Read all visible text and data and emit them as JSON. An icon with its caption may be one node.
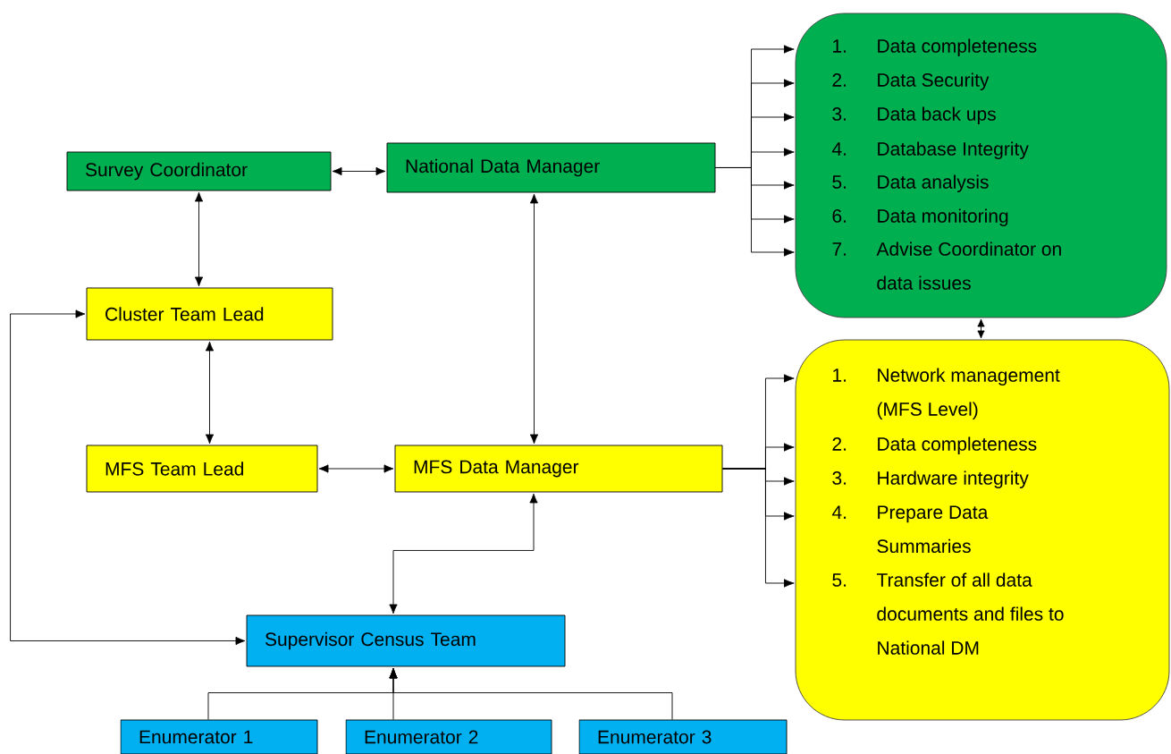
{
  "diagram": {
    "nodes": [
      {
        "text": [
          "Survey Coordinator"
        ]
      },
      {
        "text": [
          "National Data Manager"
        ]
      },
      {
        "text": [],
        "shape": "box"
      },
      {
        "text": [
          "1.",
          "Data completeness"
        ],
        "in": 2
      },
      {
        "text": [
          "2.",
          "Data Security"
        ],
        "in": 2
      },
      {
        "text": [
          "3.",
          "Data back ups"
        ],
        "in": 2
      },
      {
        "text": [
          "4.",
          "Database Integrity"
        ],
        "in": 2
      },
      {
        "text": [
          "5.",
          "Data analysis"
        ],
        "in": 2
      },
      {
        "text": [
          "6.",
          "Data monitoring"
        ],
        "in": 2
      },
      {
        "text": [
          "7.",
          "Advise Coordinator on data issues"
        ],
        "in": 2
      },
      {
        "text": [
          "Cluster Team Lead"
        ]
      },
      {
        "text": [
          "MFS Team Lead"
        ]
      },
      {
        "text": [
          "MFS Data Manager"
        ]
      },
      {
        "text": [],
        "shape": "box"
      },
      {
        "text": [
          "1.",
          "Network management (MFS Level)"
        ],
        "in": 13
      },
      {
        "text": [
          "2.",
          "Data completeness"
        ],
        "in": 13
      },
      {
        "text": [
          "3.",
          "Hardware integrity"
        ],
        "in": 13
      },
      {
        "text": [
          "4.",
          "Prepare Data Summaries"
        ],
        "in": 13
      },
      {
        "text": [
          "5.",
          "Transfer of all data documents and files to National DM"
        ],
        "in": 13
      },
      {
        "text": [
          "Supervisor Census Team"
        ]
      },
      {
        "text": [
          "Enumerator 1"
        ]
      },
      {
        "text": [
          "Enumerator 2"
        ]
      },
      {
        "text": [
          "Enumerator 3"
        ]
      }
    ],
    "edges": [
      {
        "from": 0,
        "to": 1,
        "arrow": "both"
      },
      {
        "from": 0,
        "to": 10,
        "arrow": "both"
      },
      {
        "from": 1,
        "to": 12,
        "arrow": "both"
      },
      {
        "from": 10,
        "to": 11,
        "arrow": "both"
      },
      {
        "from": 11,
        "to": 12,
        "arrow": "both"
      },
      {
        "from": 1,
        "to": 3,
        "arrow": "to"
      },
      {
        "from": 1,
        "to": 4,
        "arrow": "to"
      },
      {
        "from": 1,
        "to": 5,
        "arrow": "to"
      },
      {
        "from": 1,
        "to": 6,
        "arrow": "to"
      },
      {
        "from": 1,
        "to": 7,
        "arrow": "to"
      },
      {
        "from": 1,
        "to": 8,
        "arrow": "to"
      },
      {
        "from": 1,
        "to": 9,
        "arrow": "to"
      },
      {
        "from": 2,
        "to": 13,
        "arrow": "both"
      },
      {
        "from": 12,
        "to": 14,
        "arrow": "to"
      },
      {
        "from": 12,
        "to": 15,
        "arrow": "to"
      },
      {
        "from": 12,
        "to": 16,
        "arrow": "to"
      },
      {
        "from": 12,
        "to": 17,
        "arrow": "to"
      },
      {
        "from": 12,
        "to": 18,
        "arrow": "to"
      },
      {
        "from": 12,
        "to": 19,
        "arrow": "both"
      },
      {
        "from": 10,
        "to": 19,
        "arrow": "both"
      },
      {
        "from": 20,
        "to": 19,
        "arrow": "to"
      },
      {
        "from": 21,
        "to": 19,
        "arrow": "to"
      },
      {
        "from": 22,
        "to": 19,
        "arrow": "to"
      }
    ]
  }
}
